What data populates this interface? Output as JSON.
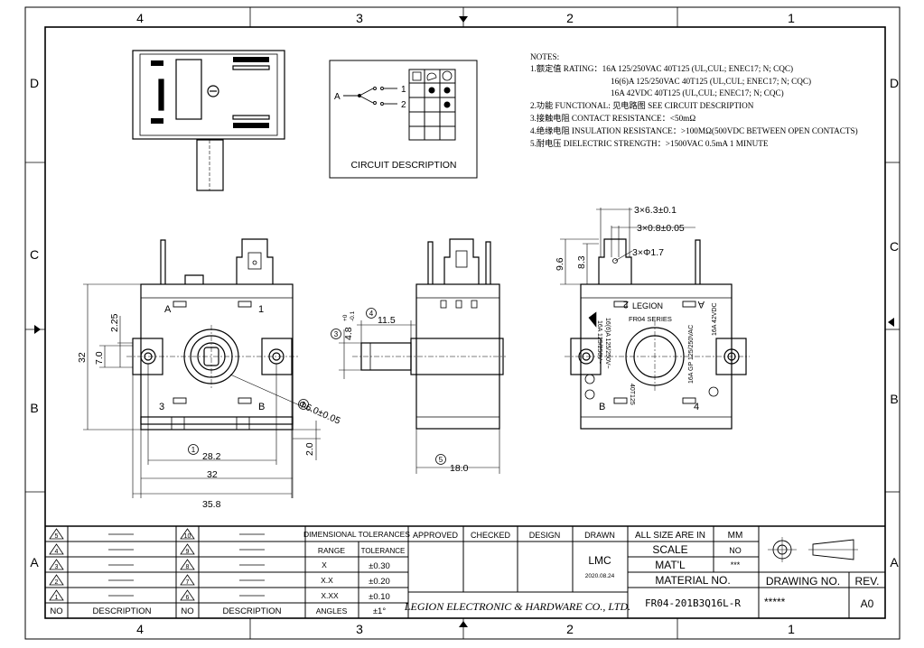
{
  "grid": {
    "top_cols": [
      "4",
      "3",
      "2",
      "1"
    ],
    "bottom_cols": [
      "4",
      "3",
      "2",
      "1"
    ],
    "left_rows": [
      "D",
      "C",
      "B",
      "A"
    ],
    "right_rows": [
      "D",
      "C",
      "B",
      "A"
    ]
  },
  "notes": {
    "heading": "NOTES:",
    "lines": [
      "1.额定值 RATING：16A 125/250VAC 40T125 (UL,CUL; ENEC17; N; CQC)",
      "16(6)A 125/250VAC 40T125 (UL,CUL; ENEC17; N; CQC)",
      "16A 42VDC 40T125 (UL,CUL; ENEC17; N; CQC)",
      "2.功能 FUNCTIONAL: 见电路图 SEE CIRCUIT DESCRIPTION",
      "3.接触电阻 CONTACT RESISTANCE：<50mΩ",
      "4.绝缘电阻 INSULATION RESISTANCE：>100MΩ(500VDC BETWEEN OPEN CONTACTS)",
      "5.耐电压 DIELECTRIC STRENGTH：>1500VAC 0.5mA 1 MINUTE"
    ]
  },
  "circuit": {
    "caption": "CIRCUIT DESCRIPTION",
    "terminal_a": "A",
    "row1": "1",
    "row2": "2"
  },
  "front_view": {
    "label_a": "A",
    "label_1": "1",
    "label_3": "3",
    "label_b": "B",
    "dim_2_25": "2.25",
    "dim_7_0": "7.0",
    "dim_32_v": "32",
    "dim_28_2": "28.2",
    "dim_32_h": "32",
    "dim_35_8": "35.8",
    "dim_2_0": "2.0",
    "dim_phi6": "Φ6.0±0.05",
    "balloon_1": "1",
    "balloon_2": "2"
  },
  "side_view": {
    "dim_11_5": "11.5",
    "dim_4_8": "4.8",
    "tol_up": "+0",
    "tol_dn": "-0.1",
    "dim_18": "18.0",
    "balloon_3": "3",
    "balloon_4": "4",
    "balloon_5": "5"
  },
  "rear_view": {
    "dim_3x63": "3×6.3±0.1",
    "dim_3x08": "3×0.8±0.05",
    "dim_3xphi17": "3×Φ1.7",
    "dim_9_6": "9.6",
    "dim_8_3": "8.3",
    "label_2": "2",
    "label_a": "A",
    "label_b": "B",
    "label_4": "4",
    "brand": "LEGION",
    "series": "FR04 SERIES",
    "mark_16a": "16A 125/250V~",
    "mark_166a": "16(6)A 125/250V~",
    "mark_gp": "16A GP 125/250VAC",
    "mark_dc": "16A 42VDC",
    "mark_t": "40T125"
  },
  "title_block": {
    "rev_rows": [
      "5",
      "4",
      "3",
      "2",
      "1"
    ],
    "rev_rows2": [
      "10",
      "9",
      "8",
      "7",
      "6"
    ],
    "no_label": "NO",
    "desc_label": "DESCRIPTION",
    "tol_title": "DIMENSIONAL TOLERANCES",
    "range_label": "RANGE",
    "tolerance_label": "TOLERANCE",
    "tol_rows": [
      {
        "range": "X",
        "tol": "±0.30"
      },
      {
        "range": "X.X",
        "tol": "±0.20"
      },
      {
        "range": "X.XX",
        "tol": "±0.10"
      },
      {
        "range": "ANGLES",
        "tol": "±1°"
      }
    ],
    "approved": "APPROVED",
    "checked": "CHECKED",
    "design": "DESIGN",
    "drawn": "DRAWN",
    "drawn_by": "LMC",
    "date": "2020.08.24",
    "company": "LEGION ELECTRONIC & HARDWARE CO., LTD.",
    "size_label": "ALL SIZE ARE IN",
    "size_value": "MM",
    "scale_label": "SCALE",
    "scale_value": "NO",
    "mat_label": "MAT'L",
    "mat_value": "***",
    "material_no_label": "MATERIAL NO.",
    "material_no": "FR04-201B3Q16L-R",
    "drawing_no_label": "DRAWING NO.",
    "drawing_no": "*****",
    "rev_label": "REV.",
    "rev_value": "A0"
  }
}
